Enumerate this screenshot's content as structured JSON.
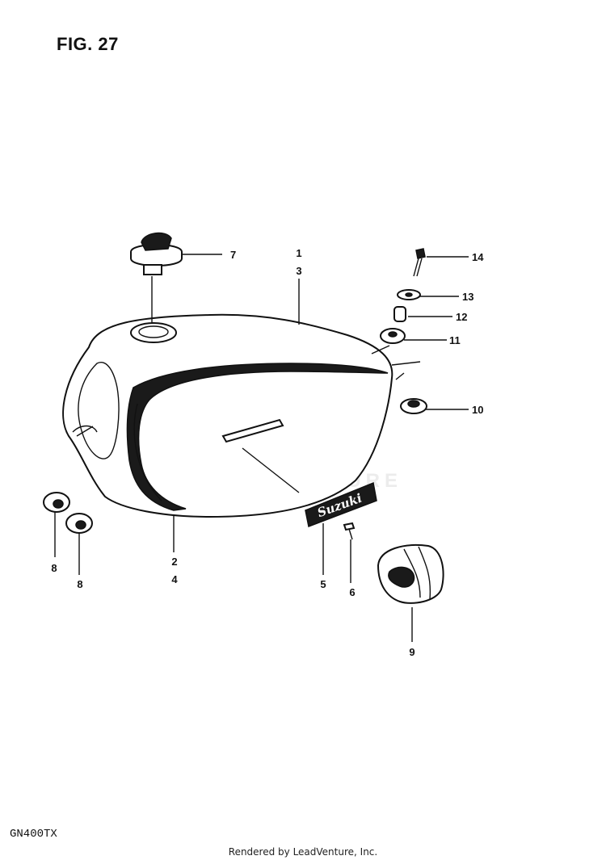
{
  "header": {
    "figure_label": "FIG. 27"
  },
  "footer": {
    "model_code": "GN400TX",
    "credit": "Rendered by LeadVenture, Inc."
  },
  "watermark": {
    "brand": "LEADVENTURE"
  },
  "emblem": {
    "text": "Suzuki"
  },
  "callouts": {
    "c1": "1",
    "c2": "2",
    "c3": "3",
    "c4": "4",
    "c5": "5",
    "c6": "6",
    "c7": "7",
    "c8a": "8",
    "c8b": "8",
    "c9": "9",
    "c10": "10",
    "c11": "11",
    "c12": "12",
    "c13": "13",
    "c14": "14"
  }
}
